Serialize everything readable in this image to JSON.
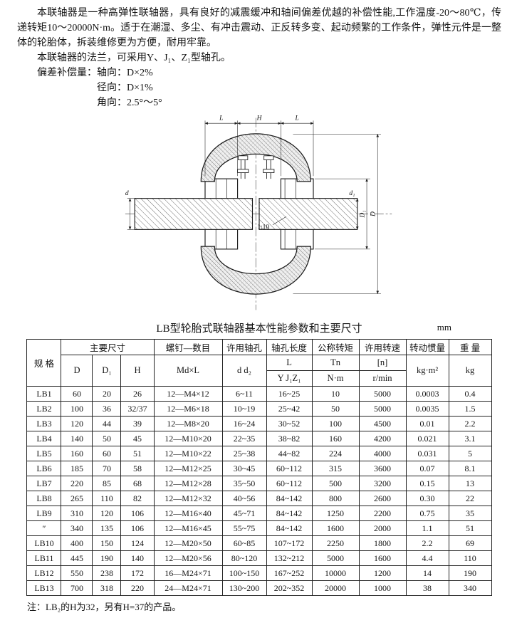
{
  "intro": {
    "para1": "本联轴器是一种高弹性联轴器，具有良好的减震缓冲和轴间偏差优越的补偿性能,工作温度-20～80℃，传递转矩10～20000N·m。适于在潮湿、多尘、有冲击震动、正反转多变、起动频繁的工作条件，弹性元件是一整体的轮胎体，拆装维修更为方便，耐用牢靠。",
    "para2": "本联轴器的法兰，可采用Y、J₁、Z₁型轴孔。",
    "comp_axial": "偏差补偿量：轴向：D×2%",
    "comp_radial": "径向：D×1%",
    "comp_angular": "角向：2.5°～5°"
  },
  "diagram": {
    "labels": {
      "l_left": "L",
      "h": "H",
      "l_right": "L",
      "d": "d",
      "d1": "d₁",
      "big_d1": "D₁",
      "big_d": "D",
      "taper": "1:10"
    }
  },
  "table": {
    "title": "LB型轮胎式联轴器基本性能参数和主要尺寸",
    "unit": "mm",
    "h": {
      "spec": "规 格",
      "main_dims": "主要尺寸",
      "d": "D",
      "d1": "D₁",
      "hh": "H",
      "screws": "螺钉—数目",
      "screws_sub": "Md×L",
      "bore": "许用轴孔",
      "bore_sub": "d d₂",
      "bore_len": "轴孔长度",
      "bore_len_l": "L",
      "bore_len_types": "Y J₁Z₁",
      "torque": "公称转矩",
      "torque_sym": "Tn",
      "torque_unit": "N·m",
      "speed": "许用转速",
      "speed_sym": "[n]",
      "speed_unit": "r/min",
      "inertia": "转动惯量",
      "inertia_unit": "kg·m²",
      "weight": "重 量",
      "weight_unit": "kg"
    },
    "rows": [
      [
        "LB1",
        "60",
        "20",
        "26",
        "12—M4×12",
        "6~11",
        "16~25",
        "10",
        "5000",
        "0.0003",
        "0.4"
      ],
      [
        "LB2",
        "100",
        "36",
        "32/37",
        "12—M6×18",
        "10~19",
        "25~42",
        "50",
        "5000",
        "0.0035",
        "1.5"
      ],
      [
        "LB3",
        "120",
        "44",
        "39",
        "12—M8×20",
        "16~24",
        "30~52",
        "100",
        "4500",
        "0.01",
        "2.2"
      ],
      [
        "LB4",
        "140",
        "50",
        "45",
        "12—M10×20",
        "22~35",
        "38~82",
        "160",
        "4200",
        "0.021",
        "3.1"
      ],
      [
        "LB5",
        "160",
        "60",
        "51",
        "12—M10×22",
        "25~38",
        "44~82",
        "224",
        "4000",
        "0.031",
        "5"
      ],
      [
        "LB6",
        "185",
        "70",
        "58",
        "12—M12×25",
        "30~45",
        "60~112",
        "315",
        "3600",
        "0.07",
        "8.1"
      ],
      [
        "LB7",
        "220",
        "85",
        "68",
        "12—M12×28",
        "35~50",
        "60~112",
        "500",
        "3200",
        "0.15",
        "13"
      ],
      [
        "LB8",
        "265",
        "110",
        "82",
        "12—M12×32",
        "40~56",
        "84~142",
        "800",
        "2600",
        "0.30",
        "22"
      ],
      [
        "LB9",
        "310",
        "120",
        "106",
        "12—M16×40",
        "45~71",
        "84~142",
        "1250",
        "2200",
        "0.75",
        "35"
      ],
      [
        "″",
        "340",
        "135",
        "106",
        "12—M16×45",
        "55~75",
        "84~142",
        "1600",
        "2000",
        "1.1",
        "51"
      ],
      [
        "LB10",
        "400",
        "150",
        "124",
        "12—M20×50",
        "60~85",
        "107~172",
        "2250",
        "1800",
        "2.2",
        "69"
      ],
      [
        "LB11",
        "445",
        "190",
        "140",
        "12—M20×56",
        "80~120",
        "132~212",
        "5000",
        "1600",
        "4.4",
        "110"
      ],
      [
        "LB12",
        "550",
        "238",
        "172",
        "16—M24×71",
        "100~150",
        "167~252",
        "10000",
        "1200",
        "14",
        "190"
      ],
      [
        "LB13",
        "700",
        "318",
        "220",
        "24—M24×71",
        "130~200",
        "202~352",
        "20000",
        "1000",
        "38",
        "340"
      ]
    ]
  },
  "footnote": "注：LB₂的H为32，另有H=37的产品。"
}
